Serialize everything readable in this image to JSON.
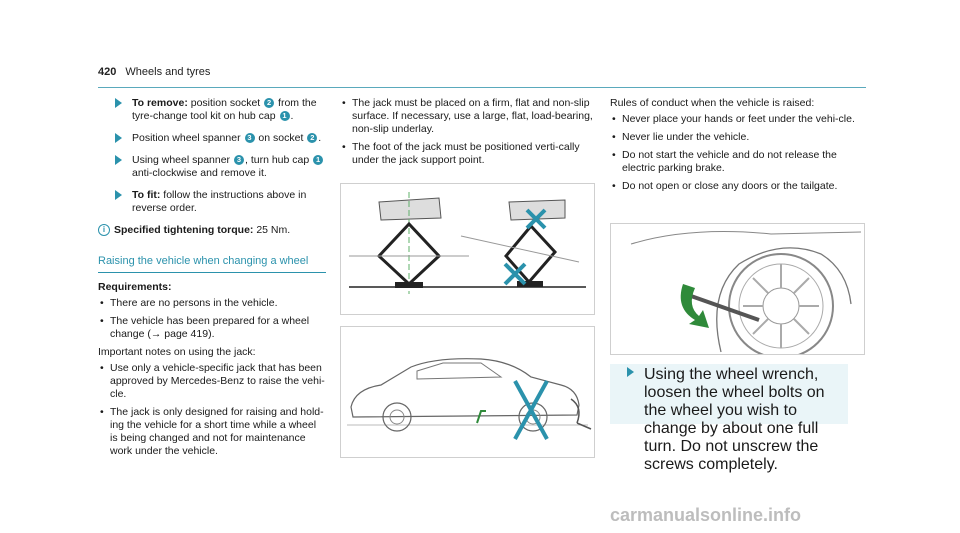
{
  "header": {
    "page_number": "420",
    "title": "Wheels and tyres"
  },
  "col1": {
    "steps": [
      {
        "bold": "To remove:",
        "text_a": " position socket ",
        "n1": "2",
        "text_b": " from the tyre-change tool kit on hub cap ",
        "n2": "1",
        "text_c": "."
      },
      {
        "text_a": "Position wheel spanner ",
        "n1": "3",
        "text_b": " on socket ",
        "n2": "2",
        "text_c": "."
      },
      {
        "text_a": "Using wheel spanner ",
        "n1": "3",
        "text_b": ", turn hub cap ",
        "n2": "1",
        "text_c": " anti-clockwise and remove it."
      },
      {
        "bold": "To fit:",
        "text_a": " follow the instructions above in reverse order."
      }
    ],
    "info_bold": "Specified tightening torque:",
    "info_text": " 25 Nm.",
    "section_title": "Raising the vehicle when changing a wheel",
    "requirements_label": "Requirements:",
    "requirements": [
      "There are no persons in the vehicle.",
      "The vehicle has been prepared for a wheel change (→ page 419)."
    ],
    "notes_intro": "Important notes on using the jack:",
    "notes": [
      "Use only a vehicle-specific jack that has been approved by Mercedes-Benz to raise the vehi-cle.",
      "The jack is only designed for raising and hold-ing the vehicle for a short time while a wheel is being changed and not for maintenance work under the vehicle."
    ]
  },
  "col2": {
    "bullets": [
      "The jack must be placed on a firm, flat and non-slip surface. If necessary, use a large, flat, load-bearing, non-slip underlay.",
      "The foot of the jack must be positioned verti-cally under the jack support point."
    ]
  },
  "col3": {
    "intro": "Rules of conduct when the vehicle is raised:",
    "bullets": [
      "Never place your hands or feet under the vehi-cle.",
      "Never lie under the vehicle.",
      "Do not start the vehicle and do not release the electric parking brake.",
      "Do not open or close any doors or the tailgate."
    ],
    "step": "Using the wheel wrench, loosen the wheel bolts on the wheel you wish to change by about one full turn. Do not unscrew the screws completely."
  },
  "watermark": "carmanualsonline.info",
  "colors": {
    "accent": "#2b92ac",
    "band": "#eaf5f8",
    "cross": "#2b92ac",
    "arrow": "#2f8a3a"
  }
}
